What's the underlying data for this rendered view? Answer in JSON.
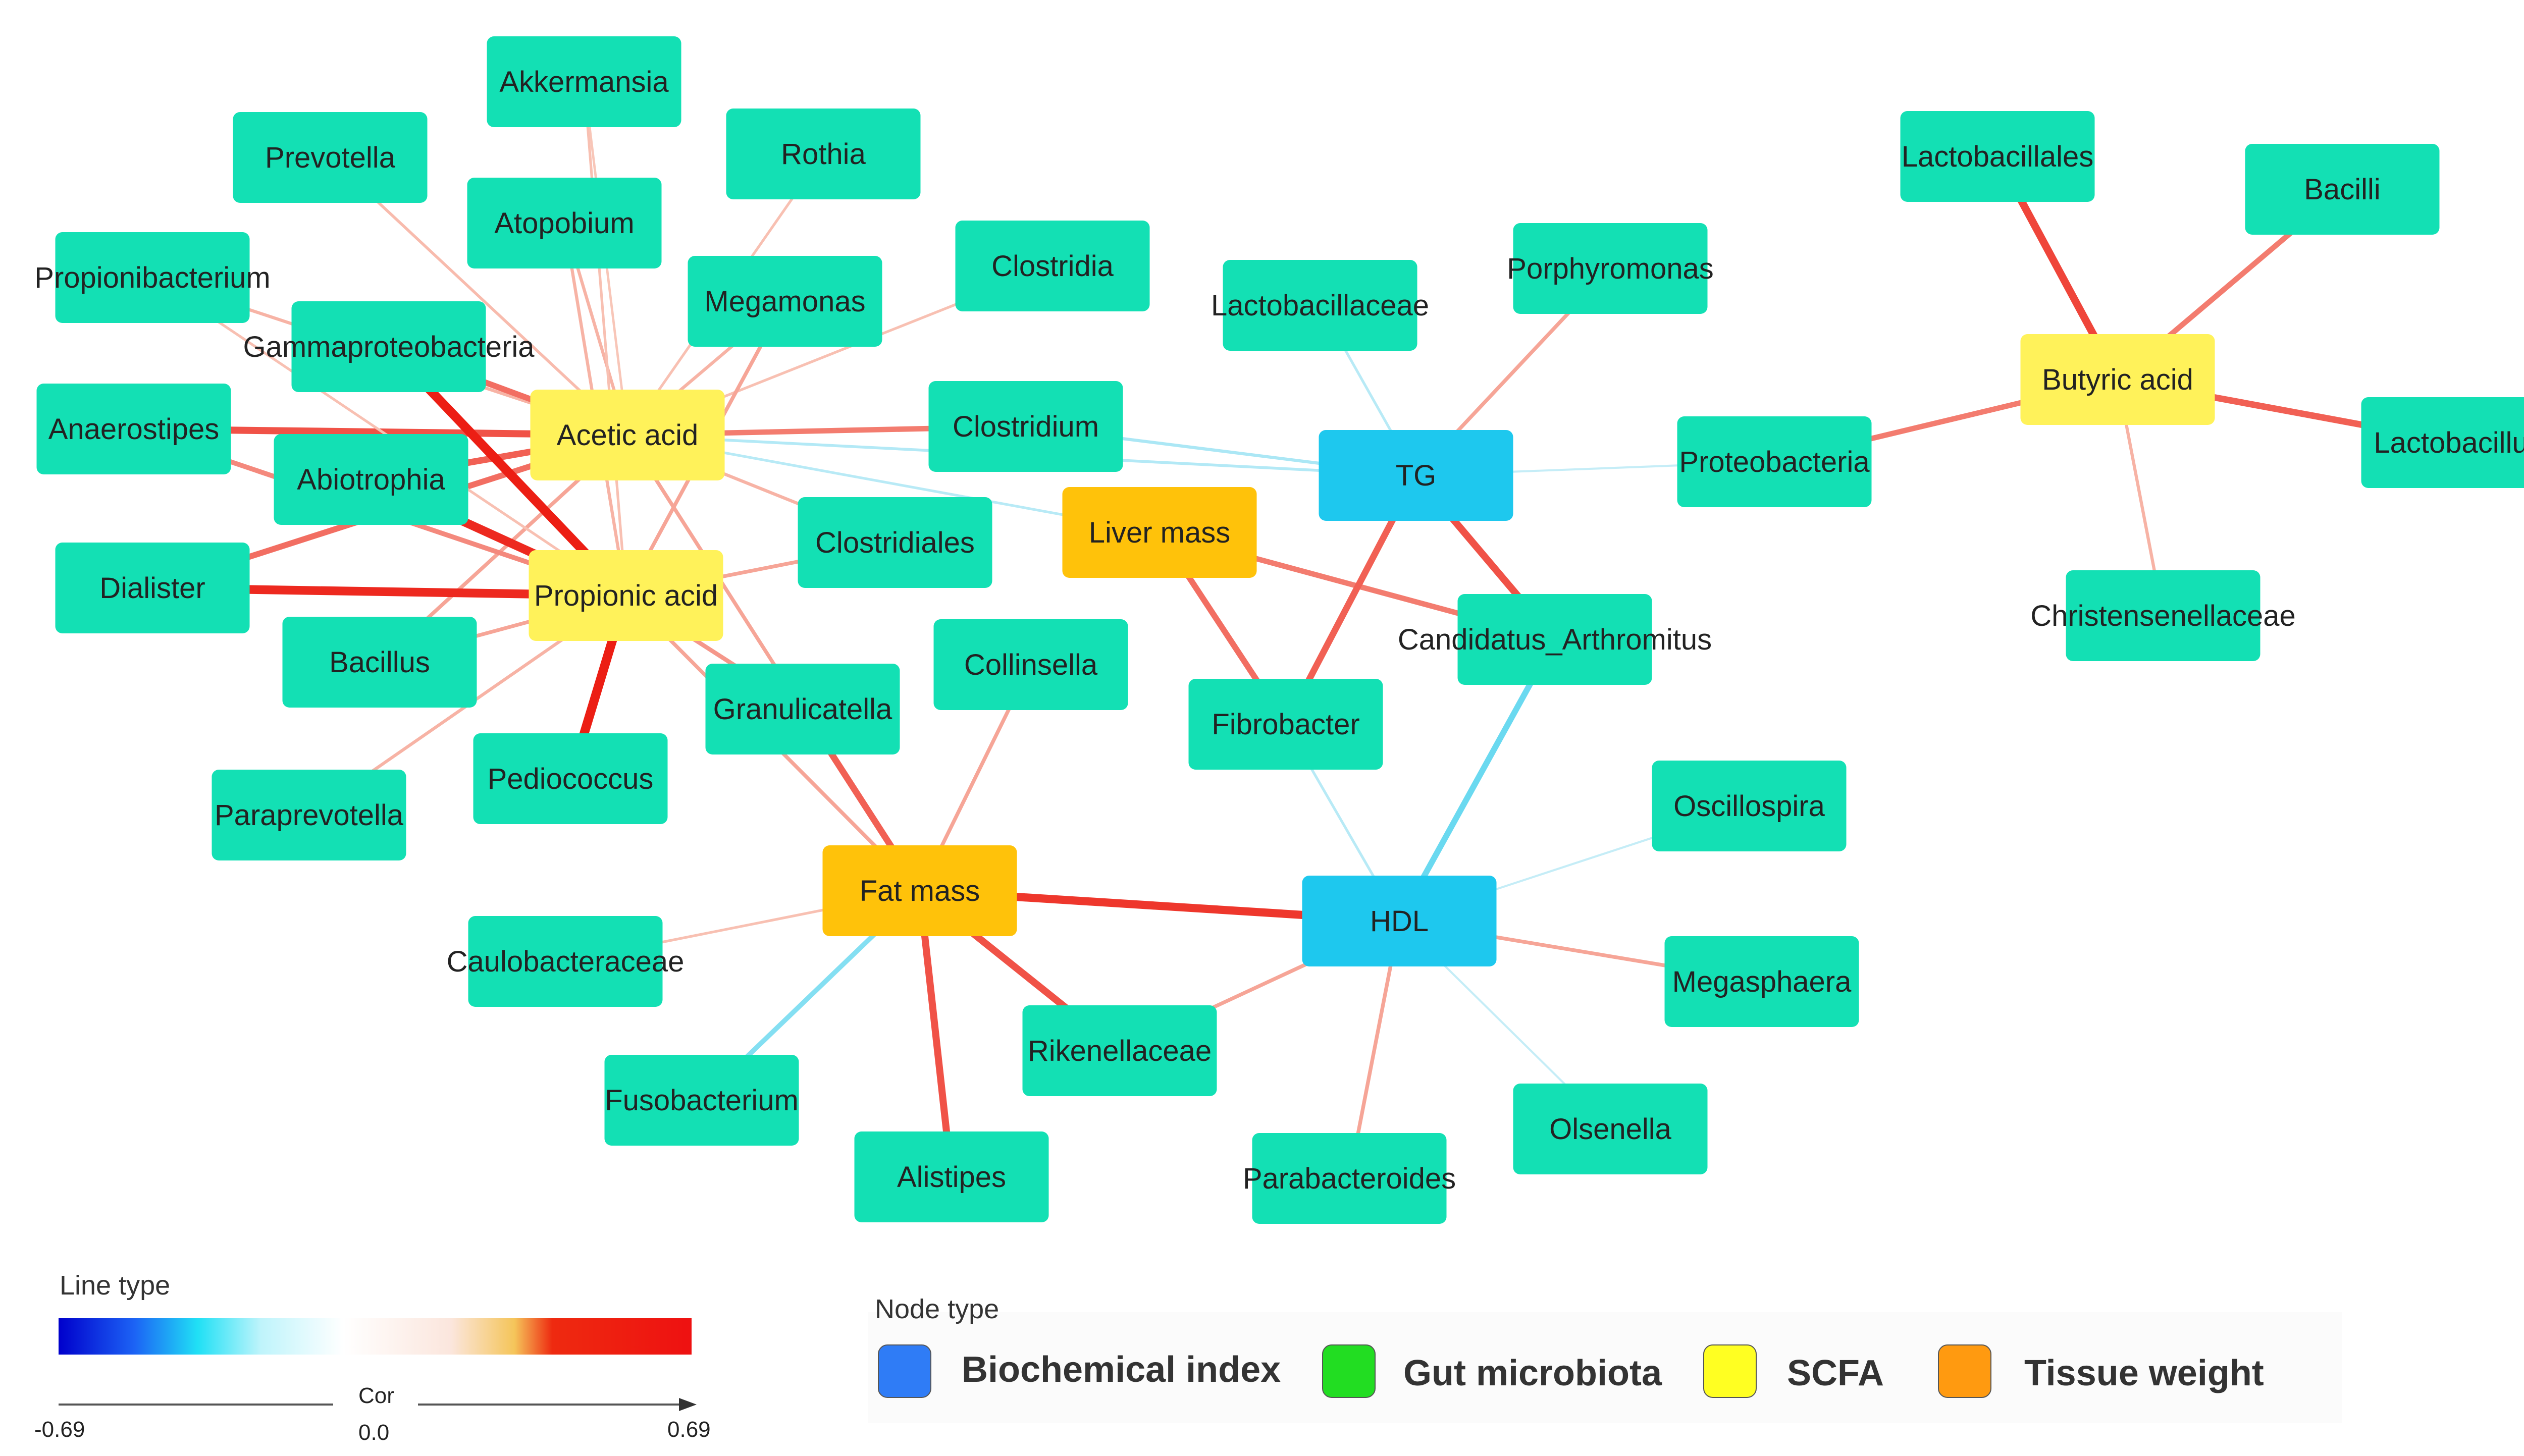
{
  "nodes": [
    {
      "id": "akkermansia",
      "label": "Akkermansia",
      "type": "gut"
    },
    {
      "id": "prevotella",
      "label": "Prevotella",
      "type": "gut"
    },
    {
      "id": "rothia",
      "label": "Rothia",
      "type": "gut"
    },
    {
      "id": "atopobium",
      "label": "Atopobium",
      "type": "gut"
    },
    {
      "id": "propionibacterium",
      "label": "Propionibacterium",
      "type": "gut"
    },
    {
      "id": "megamonas",
      "label": "Megamonas",
      "type": "gut"
    },
    {
      "id": "clostridia",
      "label": "Clostridia",
      "type": "gut"
    },
    {
      "id": "gammaproteobacteria",
      "label": "Gammaproteobacteria",
      "type": "gut"
    },
    {
      "id": "anaerostipes",
      "label": "Anaerostipes",
      "type": "gut"
    },
    {
      "id": "abiotrophia",
      "label": "Abiotrophia",
      "type": "gut"
    },
    {
      "id": "dialister",
      "label": "Dialister",
      "type": "gut"
    },
    {
      "id": "bacillus",
      "label": "Bacillus",
      "type": "gut"
    },
    {
      "id": "paraprevotella",
      "label": "Paraprevotella",
      "type": "gut"
    },
    {
      "id": "pediococcus",
      "label": "Pediococcus",
      "type": "gut"
    },
    {
      "id": "granulicatella",
      "label": "Granulicatella",
      "type": "gut"
    },
    {
      "id": "clostridium",
      "label": "Clostridium",
      "type": "gut"
    },
    {
      "id": "clostridiales",
      "label": "Clostridiales",
      "type": "gut"
    },
    {
      "id": "collinsella",
      "label": "Collinsella",
      "type": "gut"
    },
    {
      "id": "lactobacillaceae",
      "label": "Lactobacillaceae",
      "type": "gut"
    },
    {
      "id": "porphyromonas",
      "label": "Porphyromonas",
      "type": "gut"
    },
    {
      "id": "candidatus",
      "label": "Candidatus_Arthromitus",
      "type": "gut"
    },
    {
      "id": "fibrobacter",
      "label": "Fibrobacter",
      "type": "gut"
    },
    {
      "id": "caulobacteraceae",
      "label": "Caulobacteraceae",
      "type": "gut"
    },
    {
      "id": "fusobacterium",
      "label": "Fusobacterium",
      "type": "gut"
    },
    {
      "id": "alistipes",
      "label": "Alistipes",
      "type": "gut"
    },
    {
      "id": "rikenellaceae",
      "label": "Rikenellaceae",
      "type": "gut"
    },
    {
      "id": "parabacteroides",
      "label": "Parabacteroides",
      "type": "gut"
    },
    {
      "id": "olsenella",
      "label": "Olsenella",
      "type": "gut"
    },
    {
      "id": "megasphaera",
      "label": "Megasphaera",
      "type": "gut"
    },
    {
      "id": "oscillospira",
      "label": "Oscillospira",
      "type": "gut"
    },
    {
      "id": "lactobacillales",
      "label": "Lactobacillales",
      "type": "gut"
    },
    {
      "id": "bacilli",
      "label": "Bacilli",
      "type": "gut"
    },
    {
      "id": "proteobacteria",
      "label": "Proteobacteria",
      "type": "gut"
    },
    {
      "id": "lactobacillus",
      "label": "Lactobacillus",
      "type": "gut"
    },
    {
      "id": "christensenellaceae",
      "label": "Christensenellaceae",
      "type": "gut"
    },
    {
      "id": "acetic",
      "label": "Acetic acid",
      "type": "scfa"
    },
    {
      "id": "propionic",
      "label": "Propionic acid",
      "type": "scfa"
    },
    {
      "id": "butyric",
      "label": "Butyric acid",
      "type": "scfa"
    },
    {
      "id": "liver",
      "label": "Liver mass",
      "type": "tissue"
    },
    {
      "id": "fat",
      "label": "Fat mass",
      "type": "tissue"
    },
    {
      "id": "tg",
      "label": "TG",
      "type": "bio"
    },
    {
      "id": "hdl",
      "label": "HDL",
      "type": "bio"
    }
  ],
  "edges": [
    {
      "source": "acetic",
      "target": "akkermansia",
      "cor": 0.08
    },
    {
      "source": "acetic",
      "target": "prevotella",
      "cor": 0.12
    },
    {
      "source": "acetic",
      "target": "rothia",
      "cor": 0.1
    },
    {
      "source": "acetic",
      "target": "atopobium",
      "cor": 0.15
    },
    {
      "source": "acetic",
      "target": "propionibacterium",
      "cor": 0.15
    },
    {
      "source": "acetic",
      "target": "megamonas",
      "cor": 0.15
    },
    {
      "source": "acetic",
      "target": "clostridia",
      "cor": 0.1
    },
    {
      "source": "acetic",
      "target": "gammaproteobacteria",
      "cor": 0.4
    },
    {
      "source": "acetic",
      "target": "anaerostipes",
      "cor": 0.5
    },
    {
      "source": "acetic",
      "target": "abiotrophia",
      "cor": 0.45
    },
    {
      "source": "acetic",
      "target": "clostridium",
      "cor": 0.35
    },
    {
      "source": "acetic",
      "target": "clostridiales",
      "cor": 0.15
    },
    {
      "source": "acetic",
      "target": "granulicatella",
      "cor": 0.2
    },
    {
      "source": "acetic",
      "target": "dialister",
      "cor": 0.4
    },
    {
      "source": "acetic",
      "target": "bacillus",
      "cor": 0.2
    },
    {
      "source": "acetic",
      "target": "liver",
      "cor": -0.1
    },
    {
      "source": "propionic",
      "target": "gammaproteobacteria",
      "cor": 0.69
    },
    {
      "source": "propionic",
      "target": "abiotrophia",
      "cor": 0.65
    },
    {
      "source": "propionic",
      "target": "dialister",
      "cor": 0.65
    },
    {
      "source": "propionic",
      "target": "pediococcus",
      "cor": 0.69
    },
    {
      "source": "propionic",
      "target": "anaerostipes",
      "cor": 0.3
    },
    {
      "source": "propionic",
      "target": "bacillus",
      "cor": 0.2
    },
    {
      "source": "propionic",
      "target": "paraprevotella",
      "cor": 0.15
    },
    {
      "source": "propionic",
      "target": "atopobium",
      "cor": 0.15
    },
    {
      "source": "propionic",
      "target": "megamonas",
      "cor": 0.2
    },
    {
      "source": "propionic",
      "target": "clostridiales",
      "cor": 0.2
    },
    {
      "source": "propionic",
      "target": "propionibacterium",
      "cor": 0.1
    },
    {
      "source": "propionic",
      "target": "granulicatella",
      "cor": 0.25
    },
    {
      "source": "propionic",
      "target": "akkermansia",
      "cor": 0.1
    },
    {
      "source": "fat",
      "target": "granulicatella",
      "cor": 0.45
    },
    {
      "source": "fat",
      "target": "collinsella",
      "cor": 0.2
    },
    {
      "source": "fat",
      "target": "caulobacteraceae",
      "cor": 0.1
    },
    {
      "source": "fat",
      "target": "fusobacterium",
      "cor": -0.3
    },
    {
      "source": "fat",
      "target": "alistipes",
      "cor": 0.5
    },
    {
      "source": "fat",
      "target": "rikenellaceae",
      "cor": 0.5
    },
    {
      "source": "fat",
      "target": "hdl",
      "cor": 0.6
    },
    {
      "source": "fat",
      "target": "propionic",
      "cor": 0.2
    },
    {
      "source": "liver",
      "target": "fibrobacter",
      "cor": 0.4
    },
    {
      "source": "liver",
      "target": "candidatus",
      "cor": 0.35
    },
    {
      "source": "tg",
      "target": "fibrobacter",
      "cor": 0.45
    },
    {
      "source": "tg",
      "target": "candidatus",
      "cor": 0.5
    },
    {
      "source": "tg",
      "target": "porphyromonas",
      "cor": 0.2
    },
    {
      "source": "tg",
      "target": "lactobacillaceae",
      "cor": -0.1
    },
    {
      "source": "tg",
      "target": "clostridium",
      "cor": -0.15
    },
    {
      "source": "tg",
      "target": "proteobacteria",
      "cor": -0.05
    },
    {
      "source": "tg",
      "target": "acetic",
      "cor": -0.12
    },
    {
      "source": "hdl",
      "target": "candidatus",
      "cor": -0.4
    },
    {
      "source": "hdl",
      "target": "fibrobacter",
      "cor": -0.1
    },
    {
      "source": "hdl",
      "target": "oscillospira",
      "cor": -0.05
    },
    {
      "source": "hdl",
      "target": "megasphaera",
      "cor": 0.2
    },
    {
      "source": "hdl",
      "target": "parabacteroides",
      "cor": 0.2
    },
    {
      "source": "hdl",
      "target": "olsenella",
      "cor": -0.05
    },
    {
      "source": "hdl",
      "target": "rikenellaceae",
      "cor": 0.2
    },
    {
      "source": "butyric",
      "target": "lactobacillales",
      "cor": 0.55
    },
    {
      "source": "butyric",
      "target": "bacilli",
      "cor": 0.35
    },
    {
      "source": "butyric",
      "target": "proteobacteria",
      "cor": 0.35
    },
    {
      "source": "butyric",
      "target": "lactobacillus",
      "cor": 0.45
    },
    {
      "source": "butyric",
      "target": "christensenellaceae",
      "cor": 0.15
    }
  ],
  "legend": {
    "line_type_title": "Line type",
    "cor_label": "Cor",
    "cor_min": "-0.69",
    "cor_mid": "0.0",
    "cor_max": "0.69",
    "node_type_title": "Node type",
    "node_types": [
      {
        "key": "bio",
        "label": "Biochemical index",
        "color": "#2f7cf6"
      },
      {
        "key": "gut",
        "label": "Gut microbiota",
        "color": "#22dd22"
      },
      {
        "key": "scfa",
        "label": "SCFA",
        "color": "#ffff22"
      },
      {
        "key": "tissue",
        "label": "Tissue weight",
        "color": "#ff9a10"
      }
    ]
  },
  "colors": {
    "gut_node": "#13e0b4",
    "scfa_node": "#fff25a",
    "tissue_node": "#ffc20a",
    "bio_node": "#1ec8ee",
    "positive": "#ee1111",
    "negative": "#22ccee"
  }
}
